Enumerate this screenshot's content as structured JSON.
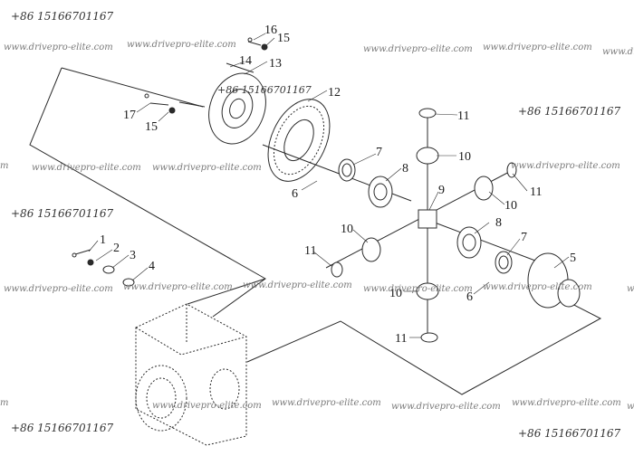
{
  "phone": "+86 15166701167",
  "watermark": "www.drivepro-elite.com",
  "partial_left": "m",
  "partial_right": "w",
  "labels": {
    "p1": "1",
    "p2": "2",
    "p3": "3",
    "p4": "4",
    "p5": "5",
    "p6": "6",
    "p7": "7",
    "p8": "8",
    "p9": "9",
    "p10": "10",
    "p11": "11",
    "p12": "12",
    "p13": "13",
    "p14": "14",
    "p15": "15",
    "p16": "16",
    "p17": "17"
  },
  "colors": {
    "line": "#2b2b2b",
    "text": "#1a1a1a",
    "watermark": "#7a7a7a"
  }
}
